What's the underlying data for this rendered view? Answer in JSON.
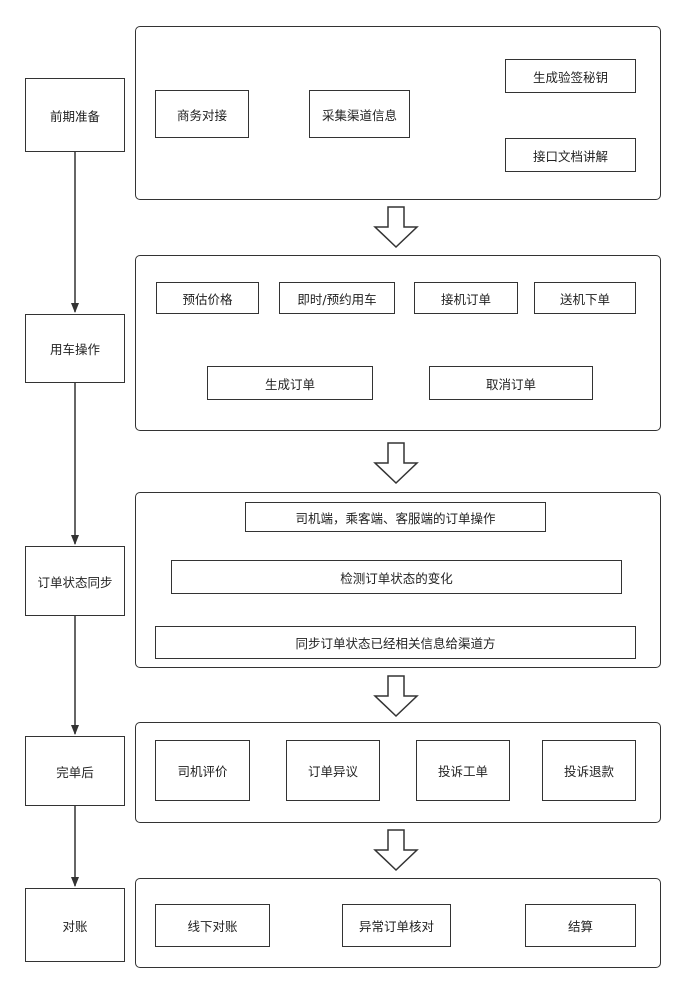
{
  "stages": [
    {
      "label": "前期准备"
    },
    {
      "label": "用车操作"
    },
    {
      "label": "订单状态同步"
    },
    {
      "label": "完单后"
    },
    {
      "label": "对账"
    }
  ],
  "prep": {
    "business": "商务对接",
    "collect": "采集渠道信息",
    "key": "生成验签秘钥",
    "docs": "接口文档讲解"
  },
  "ride": {
    "estimate": "预估价格",
    "instant": "即时/预约用车",
    "pickup": "接机订单",
    "dropoff": "送机下单",
    "create": "生成订单",
    "cancel": "取消订单"
  },
  "sync": {
    "ops": "司机端，乘客端、客服端的订单操作",
    "detect": "检测订单状态的变化",
    "push": "同步订单状态已经相关信息给渠道方"
  },
  "after": {
    "rate": "司机评价",
    "dispute": "订单异议",
    "complaint": "投诉工单",
    "refund": "投诉退款"
  },
  "recon": {
    "offline": "线下对账",
    "verify": "异常订单核对",
    "settle": "结算"
  }
}
